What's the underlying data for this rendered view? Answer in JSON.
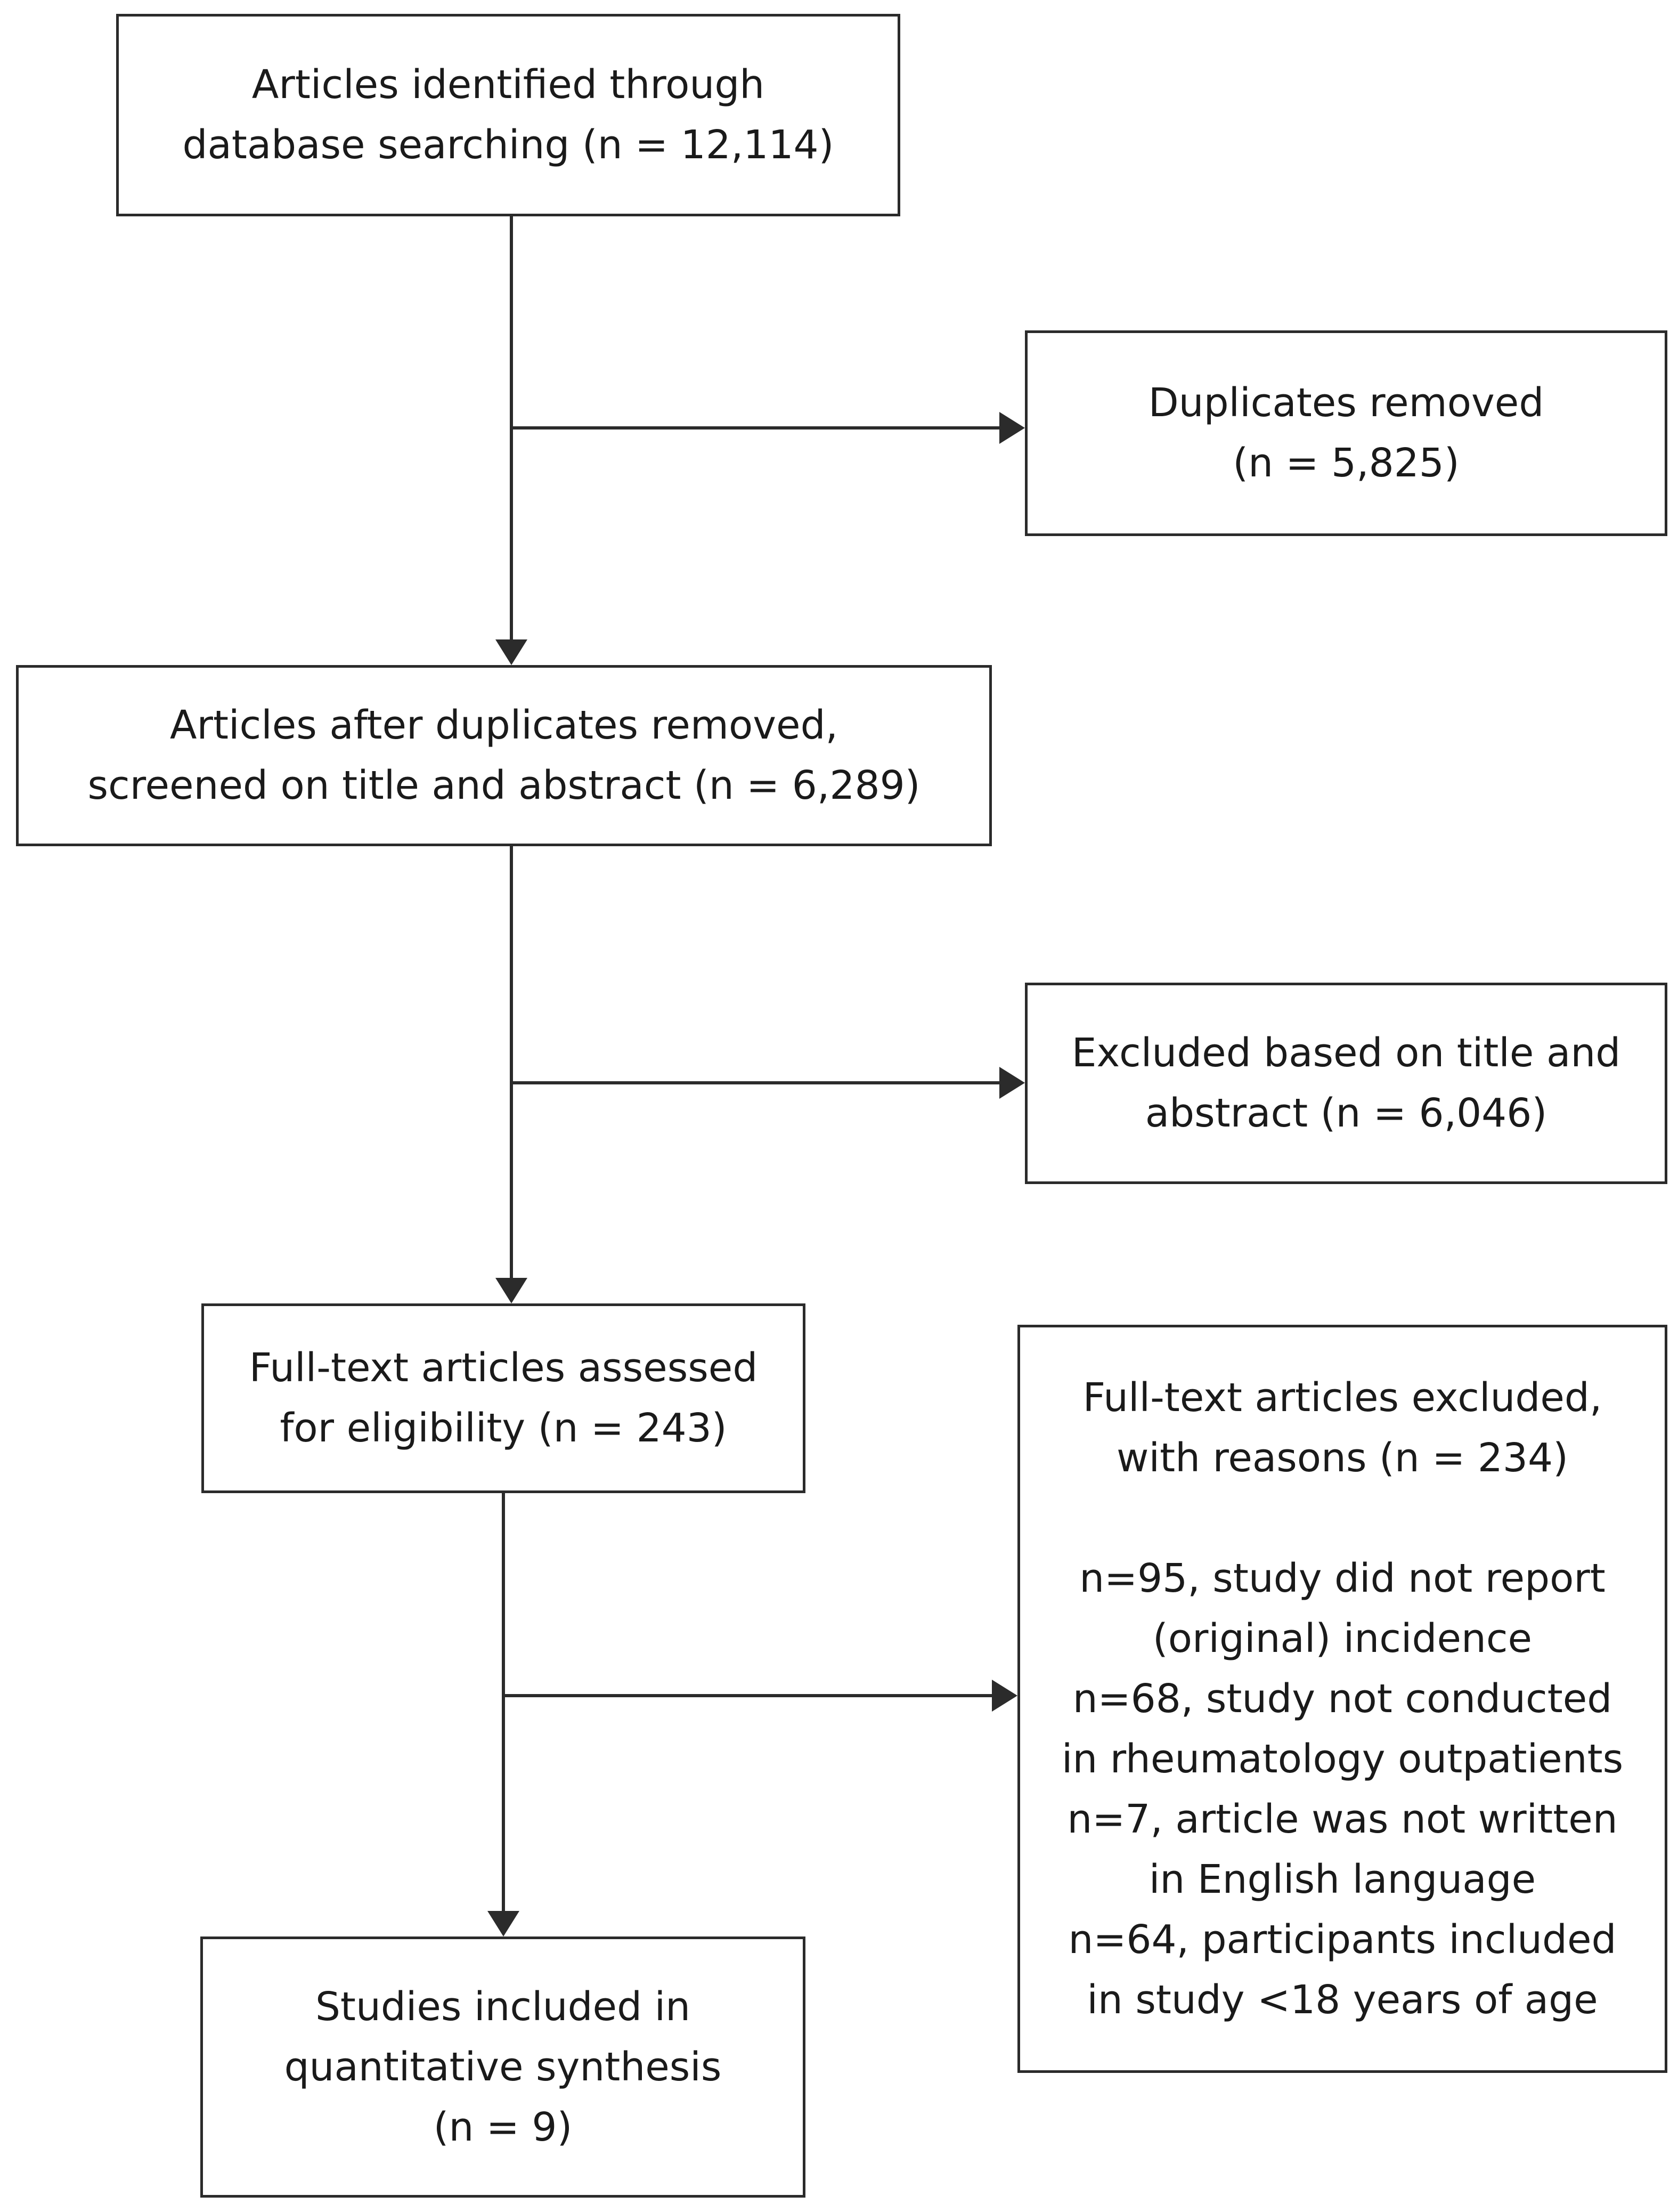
{
  "nodes": {
    "identified": {
      "lines": [
        "Articles identified through",
        "database searching (n = 12,114)"
      ]
    },
    "duplicates_removed": {
      "lines": [
        "Duplicates removed",
        "(n = 5,825)"
      ]
    },
    "screened": {
      "lines": [
        "Articles after duplicates removed,",
        "screened on title and abstract (n = 6,289)"
      ]
    },
    "excluded_title_abstract": {
      "lines": [
        "Excluded based on title and",
        "abstract (n = 6,046)"
      ]
    },
    "fulltext_assessed": {
      "lines": [
        "Full-text articles assessed",
        "for eligibility (n = 243)"
      ]
    },
    "fulltext_excluded": {
      "header": [
        "Full-text articles excluded,",
        "with reasons (n = 234)"
      ],
      "reasons": [
        "n=95, study did not report",
        "(original) incidence",
        "n=68, study not conducted",
        "in rheumatology outpatients",
        "n=7, article was not written",
        "in English language",
        "n=64, participants included",
        "in study <18 years of age"
      ]
    },
    "included": {
      "lines": [
        "Studies included in",
        "quantitative synthesis",
        "(n = 9)"
      ]
    }
  },
  "edges": [
    {
      "from": "identified",
      "to": "screened"
    },
    {
      "from": "identified",
      "to": "duplicates_removed"
    },
    {
      "from": "screened",
      "to": "fulltext_assessed"
    },
    {
      "from": "screened",
      "to": "excluded_title_abstract"
    },
    {
      "from": "fulltext_assessed",
      "to": "included"
    },
    {
      "from": "fulltext_assessed",
      "to": "fulltext_excluded"
    }
  ],
  "colors": {
    "line": "#2b2b2b",
    "text": "#1a1a1a",
    "background": "#ffffff"
  }
}
